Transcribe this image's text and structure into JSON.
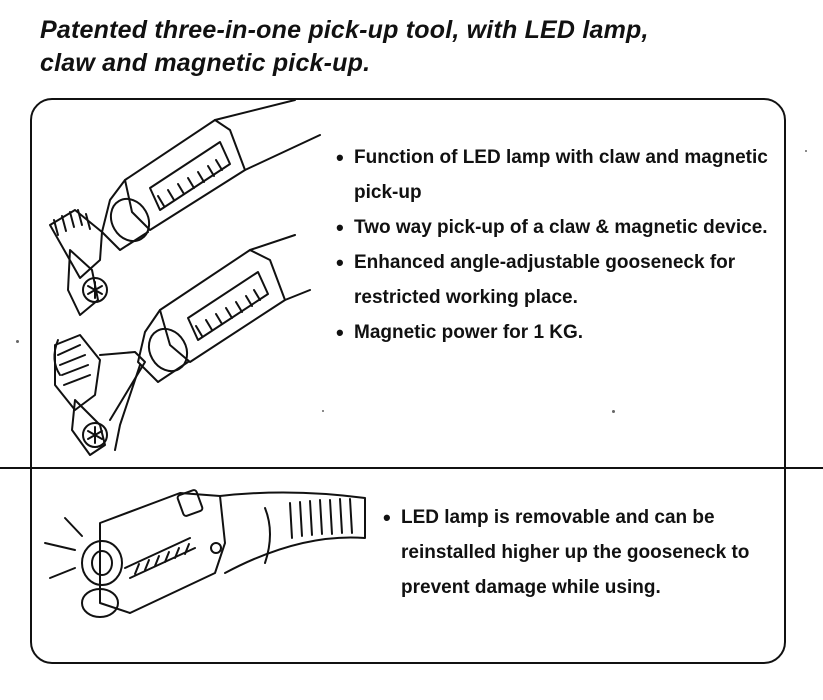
{
  "heading": {
    "line1": "Patented three-in-one pick-up tool, with LED lamp,",
    "line2": "claw and magnetic pick-up."
  },
  "features_top": [
    "Function of LED lamp with claw and magnetic pick-up",
    "Two way pick-up of a claw & magnetic device.",
    "Enhanced angle-adjustable gooseneck for restricted working place.",
    "Magnetic power for 1 KG."
  ],
  "features_bottom": [
    "LED lamp is removable and can be reinstalled higher up the gooseneck to prevent damage while using."
  ],
  "illustrations": {
    "top": "magnetic-pickup-and-claw-line-drawing",
    "bottom": "removable-led-lamp-line-drawing"
  }
}
